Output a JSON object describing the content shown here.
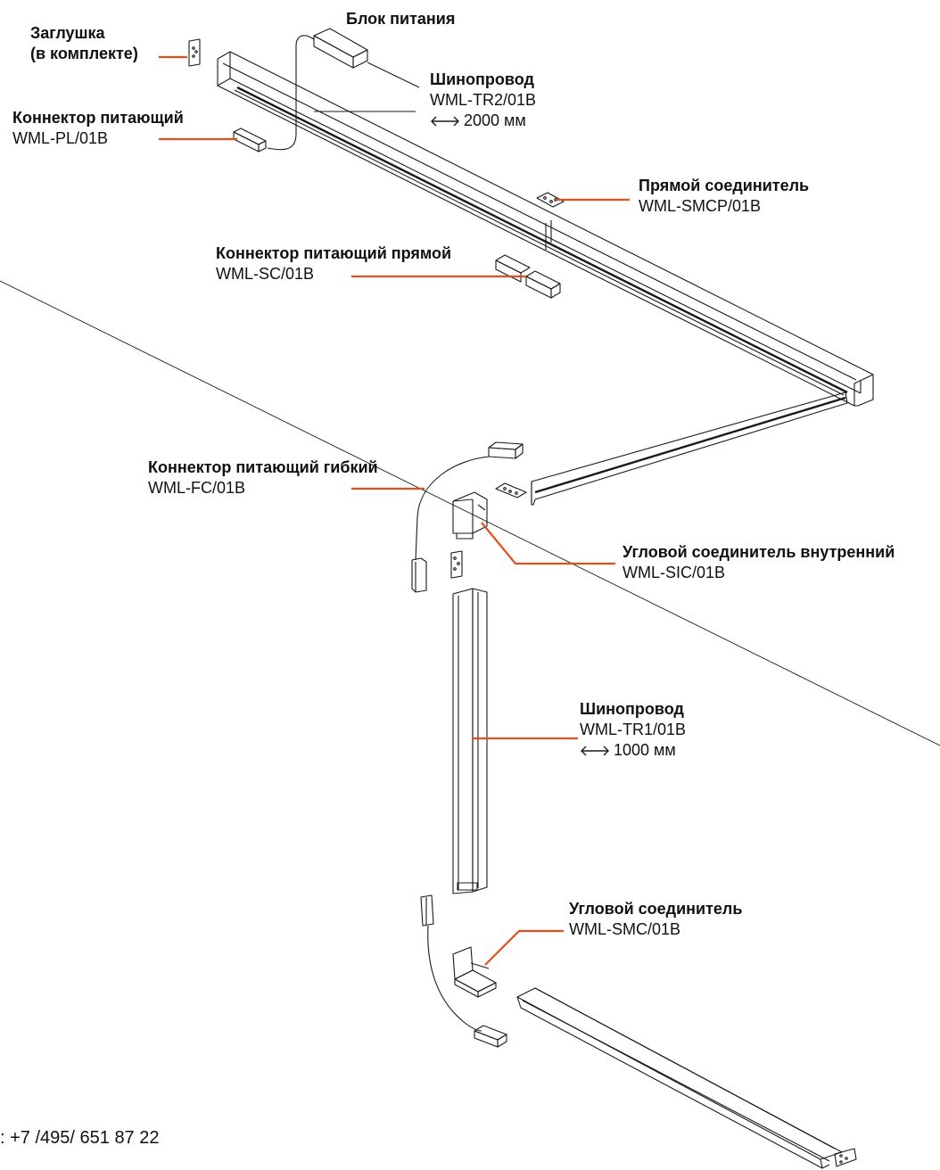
{
  "colors": {
    "accent": "#e2501c",
    "line": "#1a1a1a"
  },
  "labels": {
    "end_cap": {
      "title_line1": "Заглушка",
      "title_line2": "(в комплекте)"
    },
    "power_supply": {
      "title": "Блок питания"
    },
    "track_2000": {
      "title": "Шинопровод",
      "model": "WML-TR2/01B",
      "dimension": "2000 мм"
    },
    "feed_connector": {
      "title": "Коннектор питающий",
      "model": "WML-PL/01B"
    },
    "straight_joiner": {
      "title": "Прямой соединитель",
      "model": "WML-SMCP/01B"
    },
    "straight_feed": {
      "title": "Коннектор питающий прямой",
      "model": "WML-SC/01B"
    },
    "flex_feed": {
      "title": "Коннектор питающий гибкий",
      "model": "WML-FC/01B"
    },
    "inner_corner": {
      "title": "Угловой соединитель внутренний",
      "model": "WML-SIC/01B"
    },
    "track_1000": {
      "title": "Шинопровод",
      "model": "WML-TR1/01B",
      "dimension": "1000 мм"
    },
    "corner_joiner": {
      "title": "Угловой соединитель",
      "model": "WML-SMC/01B"
    }
  },
  "footer": {
    "phone": ": +7 /495/ 651 87 22"
  }
}
